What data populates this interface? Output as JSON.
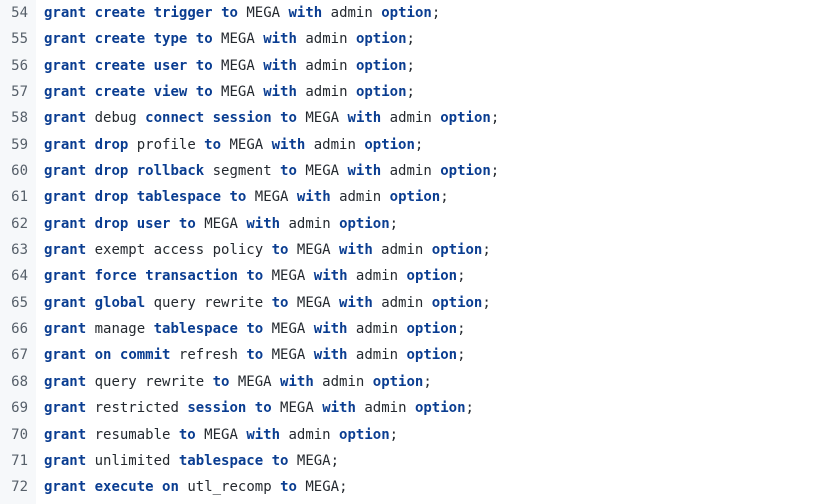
{
  "colors": {
    "keyword": "#0a3d91",
    "text": "#24292f",
    "line_number": "#57606a",
    "gutter": "#f6f8fa"
  },
  "code_lines": [
    {
      "number": "54",
      "tokens": [
        {
          "t": "grant",
          "k": true
        },
        {
          "t": " ",
          "k": false
        },
        {
          "t": "create",
          "k": true
        },
        {
          "t": " ",
          "k": false
        },
        {
          "t": "trigger",
          "k": true
        },
        {
          "t": " ",
          "k": false
        },
        {
          "t": "to",
          "k": true
        },
        {
          "t": " MEGA ",
          "k": false
        },
        {
          "t": "with",
          "k": true
        },
        {
          "t": " admin ",
          "k": false
        },
        {
          "t": "option",
          "k": true
        },
        {
          "t": ";",
          "k": false
        }
      ]
    },
    {
      "number": "55",
      "tokens": [
        {
          "t": "grant",
          "k": true
        },
        {
          "t": " ",
          "k": false
        },
        {
          "t": "create",
          "k": true
        },
        {
          "t": " ",
          "k": false
        },
        {
          "t": "type",
          "k": true
        },
        {
          "t": " ",
          "k": false
        },
        {
          "t": "to",
          "k": true
        },
        {
          "t": " MEGA ",
          "k": false
        },
        {
          "t": "with",
          "k": true
        },
        {
          "t": " admin ",
          "k": false
        },
        {
          "t": "option",
          "k": true
        },
        {
          "t": ";",
          "k": false
        }
      ]
    },
    {
      "number": "56",
      "tokens": [
        {
          "t": "grant",
          "k": true
        },
        {
          "t": " ",
          "k": false
        },
        {
          "t": "create",
          "k": true
        },
        {
          "t": " ",
          "k": false
        },
        {
          "t": "user",
          "k": true
        },
        {
          "t": " ",
          "k": false
        },
        {
          "t": "to",
          "k": true
        },
        {
          "t": " MEGA ",
          "k": false
        },
        {
          "t": "with",
          "k": true
        },
        {
          "t": " admin ",
          "k": false
        },
        {
          "t": "option",
          "k": true
        },
        {
          "t": ";",
          "k": false
        }
      ]
    },
    {
      "number": "57",
      "tokens": [
        {
          "t": "grant",
          "k": true
        },
        {
          "t": " ",
          "k": false
        },
        {
          "t": "create",
          "k": true
        },
        {
          "t": " ",
          "k": false
        },
        {
          "t": "view",
          "k": true
        },
        {
          "t": " ",
          "k": false
        },
        {
          "t": "to",
          "k": true
        },
        {
          "t": " MEGA ",
          "k": false
        },
        {
          "t": "with",
          "k": true
        },
        {
          "t": " admin ",
          "k": false
        },
        {
          "t": "option",
          "k": true
        },
        {
          "t": ";",
          "k": false
        }
      ]
    },
    {
      "number": "58",
      "tokens": [
        {
          "t": "grant",
          "k": true
        },
        {
          "t": " debug ",
          "k": false
        },
        {
          "t": "connect",
          "k": true
        },
        {
          "t": " ",
          "k": false
        },
        {
          "t": "session",
          "k": true
        },
        {
          "t": " ",
          "k": false
        },
        {
          "t": "to",
          "k": true
        },
        {
          "t": " MEGA ",
          "k": false
        },
        {
          "t": "with",
          "k": true
        },
        {
          "t": " admin ",
          "k": false
        },
        {
          "t": "option",
          "k": true
        },
        {
          "t": ";",
          "k": false
        }
      ]
    },
    {
      "number": "59",
      "tokens": [
        {
          "t": "grant",
          "k": true
        },
        {
          "t": " ",
          "k": false
        },
        {
          "t": "drop",
          "k": true
        },
        {
          "t": " profile ",
          "k": false
        },
        {
          "t": "to",
          "k": true
        },
        {
          "t": " MEGA ",
          "k": false
        },
        {
          "t": "with",
          "k": true
        },
        {
          "t": " admin ",
          "k": false
        },
        {
          "t": "option",
          "k": true
        },
        {
          "t": ";",
          "k": false
        }
      ]
    },
    {
      "number": "60",
      "tokens": [
        {
          "t": "grant",
          "k": true
        },
        {
          "t": " ",
          "k": false
        },
        {
          "t": "drop",
          "k": true
        },
        {
          "t": " ",
          "k": false
        },
        {
          "t": "rollback",
          "k": true
        },
        {
          "t": " segment ",
          "k": false
        },
        {
          "t": "to",
          "k": true
        },
        {
          "t": " MEGA ",
          "k": false
        },
        {
          "t": "with",
          "k": true
        },
        {
          "t": " admin ",
          "k": false
        },
        {
          "t": "option",
          "k": true
        },
        {
          "t": ";",
          "k": false
        }
      ]
    },
    {
      "number": "61",
      "tokens": [
        {
          "t": "grant",
          "k": true
        },
        {
          "t": " ",
          "k": false
        },
        {
          "t": "drop",
          "k": true
        },
        {
          "t": " ",
          "k": false
        },
        {
          "t": "tablespace",
          "k": true
        },
        {
          "t": " ",
          "k": false
        },
        {
          "t": "to",
          "k": true
        },
        {
          "t": " MEGA ",
          "k": false
        },
        {
          "t": "with",
          "k": true
        },
        {
          "t": " admin ",
          "k": false
        },
        {
          "t": "option",
          "k": true
        },
        {
          "t": ";",
          "k": false
        }
      ]
    },
    {
      "number": "62",
      "tokens": [
        {
          "t": "grant",
          "k": true
        },
        {
          "t": " ",
          "k": false
        },
        {
          "t": "drop",
          "k": true
        },
        {
          "t": " ",
          "k": false
        },
        {
          "t": "user",
          "k": true
        },
        {
          "t": " ",
          "k": false
        },
        {
          "t": "to",
          "k": true
        },
        {
          "t": " MEGA ",
          "k": false
        },
        {
          "t": "with",
          "k": true
        },
        {
          "t": " admin ",
          "k": false
        },
        {
          "t": "option",
          "k": true
        },
        {
          "t": ";",
          "k": false
        }
      ]
    },
    {
      "number": "63",
      "tokens": [
        {
          "t": "grant",
          "k": true
        },
        {
          "t": " exempt access policy ",
          "k": false
        },
        {
          "t": "to",
          "k": true
        },
        {
          "t": " MEGA ",
          "k": false
        },
        {
          "t": "with",
          "k": true
        },
        {
          "t": " admin ",
          "k": false
        },
        {
          "t": "option",
          "k": true
        },
        {
          "t": ";",
          "k": false
        }
      ]
    },
    {
      "number": "64",
      "tokens": [
        {
          "t": "grant",
          "k": true
        },
        {
          "t": " ",
          "k": false
        },
        {
          "t": "force",
          "k": true
        },
        {
          "t": " ",
          "k": false
        },
        {
          "t": "transaction",
          "k": true
        },
        {
          "t": " ",
          "k": false
        },
        {
          "t": "to",
          "k": true
        },
        {
          "t": " MEGA ",
          "k": false
        },
        {
          "t": "with",
          "k": true
        },
        {
          "t": " admin ",
          "k": false
        },
        {
          "t": "option",
          "k": true
        },
        {
          "t": ";",
          "k": false
        }
      ]
    },
    {
      "number": "65",
      "tokens": [
        {
          "t": "grant",
          "k": true
        },
        {
          "t": " ",
          "k": false
        },
        {
          "t": "global",
          "k": true
        },
        {
          "t": " query rewrite ",
          "k": false
        },
        {
          "t": "to",
          "k": true
        },
        {
          "t": " MEGA ",
          "k": false
        },
        {
          "t": "with",
          "k": true
        },
        {
          "t": " admin ",
          "k": false
        },
        {
          "t": "option",
          "k": true
        },
        {
          "t": ";",
          "k": false
        }
      ]
    },
    {
      "number": "66",
      "tokens": [
        {
          "t": "grant",
          "k": true
        },
        {
          "t": " manage ",
          "k": false
        },
        {
          "t": "tablespace",
          "k": true
        },
        {
          "t": " ",
          "k": false
        },
        {
          "t": "to",
          "k": true
        },
        {
          "t": " MEGA ",
          "k": false
        },
        {
          "t": "with",
          "k": true
        },
        {
          "t": " admin ",
          "k": false
        },
        {
          "t": "option",
          "k": true
        },
        {
          "t": ";",
          "k": false
        }
      ]
    },
    {
      "number": "67",
      "tokens": [
        {
          "t": "grant",
          "k": true
        },
        {
          "t": " ",
          "k": false
        },
        {
          "t": "on",
          "k": true
        },
        {
          "t": " ",
          "k": false
        },
        {
          "t": "commit",
          "k": true
        },
        {
          "t": " refresh ",
          "k": false
        },
        {
          "t": "to",
          "k": true
        },
        {
          "t": " MEGA ",
          "k": false
        },
        {
          "t": "with",
          "k": true
        },
        {
          "t": " admin ",
          "k": false
        },
        {
          "t": "option",
          "k": true
        },
        {
          "t": ";",
          "k": false
        }
      ]
    },
    {
      "number": "68",
      "tokens": [
        {
          "t": "grant",
          "k": true
        },
        {
          "t": " query rewrite ",
          "k": false
        },
        {
          "t": "to",
          "k": true
        },
        {
          "t": " MEGA ",
          "k": false
        },
        {
          "t": "with",
          "k": true
        },
        {
          "t": " admin ",
          "k": false
        },
        {
          "t": "option",
          "k": true
        },
        {
          "t": ";",
          "k": false
        }
      ]
    },
    {
      "number": "69",
      "tokens": [
        {
          "t": "grant",
          "k": true
        },
        {
          "t": " restricted ",
          "k": false
        },
        {
          "t": "session",
          "k": true
        },
        {
          "t": " ",
          "k": false
        },
        {
          "t": "to",
          "k": true
        },
        {
          "t": " MEGA ",
          "k": false
        },
        {
          "t": "with",
          "k": true
        },
        {
          "t": " admin ",
          "k": false
        },
        {
          "t": "option",
          "k": true
        },
        {
          "t": ";",
          "k": false
        }
      ]
    },
    {
      "number": "70",
      "tokens": [
        {
          "t": "grant",
          "k": true
        },
        {
          "t": " resumable ",
          "k": false
        },
        {
          "t": "to",
          "k": true
        },
        {
          "t": " MEGA ",
          "k": false
        },
        {
          "t": "with",
          "k": true
        },
        {
          "t": " admin ",
          "k": false
        },
        {
          "t": "option",
          "k": true
        },
        {
          "t": ";",
          "k": false
        }
      ]
    },
    {
      "number": "71",
      "tokens": [
        {
          "t": "grant",
          "k": true
        },
        {
          "t": " unlimited ",
          "k": false
        },
        {
          "t": "tablespace",
          "k": true
        },
        {
          "t": " ",
          "k": false
        },
        {
          "t": "to",
          "k": true
        },
        {
          "t": " MEGA;",
          "k": false
        }
      ]
    },
    {
      "number": "72",
      "tokens": [
        {
          "t": "grant",
          "k": true
        },
        {
          "t": " ",
          "k": false
        },
        {
          "t": "execute",
          "k": true
        },
        {
          "t": " ",
          "k": false
        },
        {
          "t": "on",
          "k": true
        },
        {
          "t": " utl_recomp ",
          "k": false
        },
        {
          "t": "to",
          "k": true
        },
        {
          "t": " MEGA;",
          "k": false
        }
      ]
    }
  ]
}
